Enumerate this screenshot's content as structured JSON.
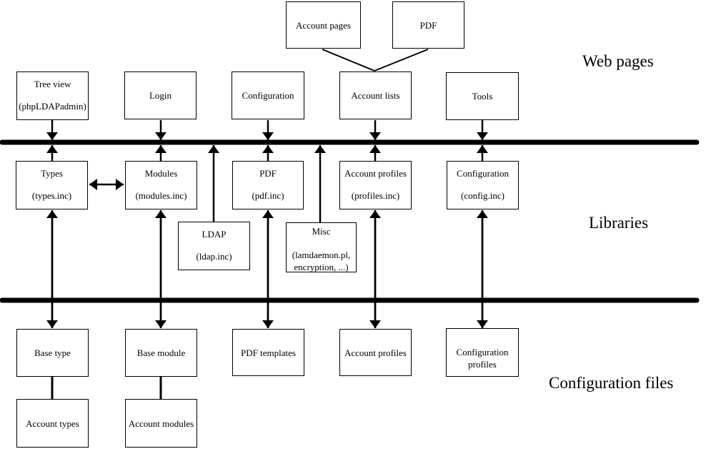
{
  "sections": {
    "web_pages": "Web pages",
    "libraries": "Libraries",
    "config_files": "Configuration files"
  },
  "boxes": {
    "account_pages": [
      "Account pages"
    ],
    "pdf_page": [
      "PDF"
    ],
    "tree_view": [
      "Tree view",
      "(phpLDAPadmin)"
    ],
    "login": [
      "Login"
    ],
    "configuration_page": [
      "Configuration"
    ],
    "account_lists": [
      "Account lists"
    ],
    "tools": [
      "Tools"
    ],
    "types": [
      "Types",
      "(types.inc)"
    ],
    "modules": [
      "Modules",
      "(modules.inc)"
    ],
    "pdf_lib": [
      "PDF",
      "(pdf.inc)"
    ],
    "account_profiles_lib": [
      "Account profiles",
      "(profiles.inc)"
    ],
    "configuration_lib": [
      "Configuration",
      "(config.inc)"
    ],
    "ldap": [
      "LDAP",
      "(ldap.inc)"
    ],
    "misc": [
      "Misc",
      "(lamdaemon.pl,\nencryption, ...)"
    ],
    "base_type": [
      "Base type"
    ],
    "base_module": [
      "Base module"
    ],
    "pdf_templates": [
      "PDF templates"
    ],
    "account_profiles_file": [
      "Account profiles"
    ],
    "configuration_profiles": [
      "Configuration\nprofiles"
    ],
    "account_types": [
      "Account types"
    ],
    "account_modules": [
      "Account modules"
    ]
  },
  "colors": {
    "line": "#000000",
    "background": "#ffffff",
    "text": "#000000"
  }
}
